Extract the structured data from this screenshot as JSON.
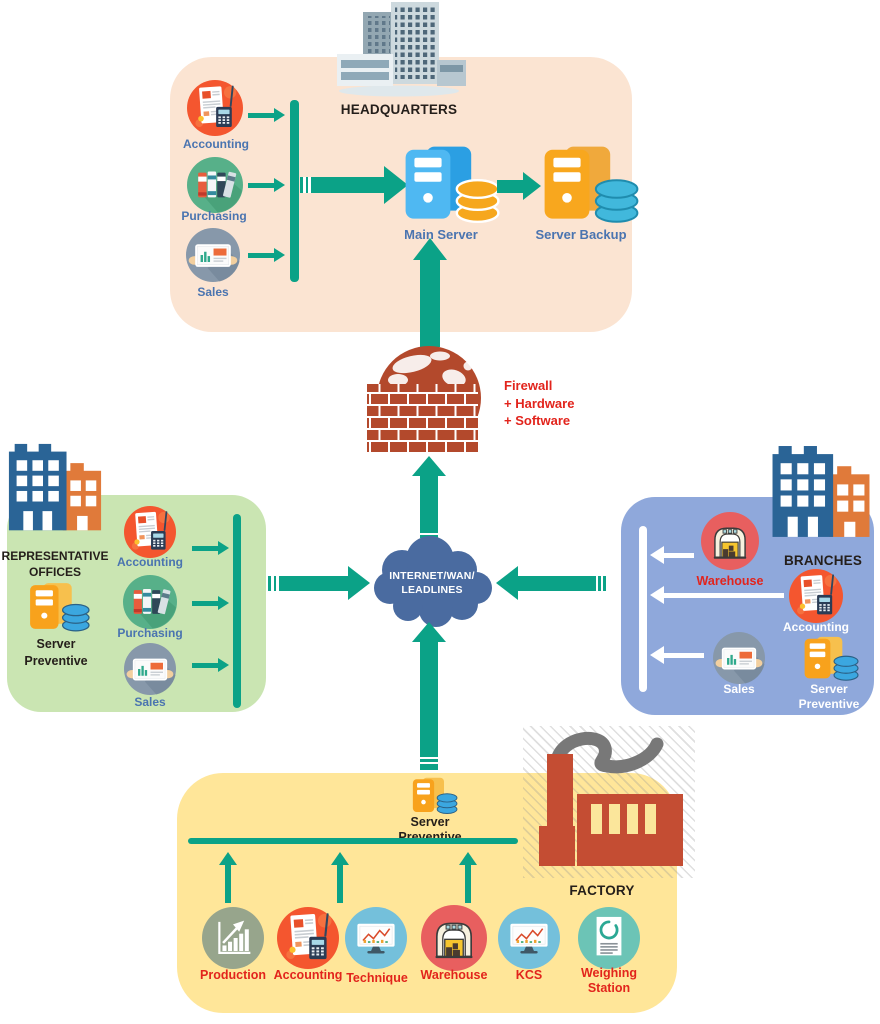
{
  "headquarters": {
    "title": "HEADQUARTERS",
    "building_icon": "headquarters-building-illustration",
    "departments": [
      {
        "label": "Accounting",
        "icon": "accounting-icon"
      },
      {
        "label": "Purchasing",
        "icon": "purchasing-icon"
      },
      {
        "label": "Sales",
        "icon": "sales-icon"
      }
    ],
    "main_server_label": "Main Server",
    "main_server_icon": "main-server-icon",
    "server_backup_label": "Server Backup",
    "server_backup_icon": "backup-server-icon"
  },
  "firewall": {
    "icon": "firewall-brick-globe-icon",
    "lines": [
      "Firewall",
      "+ Hardware",
      "+ Software"
    ]
  },
  "internet": {
    "icon": "cloud-icon",
    "lines": [
      "INTERNET/WAN/",
      "LEADLINES"
    ]
  },
  "representative_offices": {
    "title_lines": [
      "REPRESENTATIVE",
      "OFFICES"
    ],
    "buildings_icon": "office-buildings-icon",
    "server_icon": "server-preventive-icon",
    "server_label_lines": [
      "Server",
      "Preventive"
    ],
    "departments": [
      {
        "label": "Accounting",
        "icon": "accounting-icon"
      },
      {
        "label": "Purchasing",
        "icon": "purchasing-icon"
      },
      {
        "label": "Sales",
        "icon": "sales-icon"
      }
    ]
  },
  "branches": {
    "title": "BRANCHES",
    "buildings_icon": "office-buildings-icon",
    "warehouse_label": "Warehouse",
    "warehouse_icon": "warehouse-icon",
    "accounting_label": "Accounting",
    "accounting_icon": "accounting-icon",
    "sales_label": "Sales",
    "sales_icon": "sales-icon",
    "server_icon": "server-preventive-icon",
    "server_label_lines": [
      "Server",
      "Preventive"
    ]
  },
  "factory": {
    "title": "FACTORY",
    "building_icon": "factory-illustration",
    "server_icon": "server-preventive-icon",
    "server_label_lines": [
      "Server",
      "Preventive"
    ],
    "departments": [
      {
        "label": "Production",
        "icon": "production-icon"
      },
      {
        "label": "Accounting",
        "icon": "accounting-icon"
      },
      {
        "label": "Technique",
        "icon": "technique-icon"
      },
      {
        "label": "Warehouse",
        "icon": "warehouse-icon"
      },
      {
        "label": "KCS",
        "icon": "kcs-icon"
      },
      {
        "label": "Weighing Station",
        "icon": "weighing-station-icon"
      }
    ]
  },
  "colors": {
    "arrow_teal": "#0ba287",
    "panel_headquarters": "#fbe4d2",
    "panel_representative_offices": "#cae5b2",
    "panel_branches": "#8fa8db",
    "panel_factory": "#ffe699",
    "cloud_blue": "#4a6ba0",
    "brick_rust": "#b3492c",
    "label_blue": "#4a74b0",
    "label_red": "#e2241c",
    "label_dark": "#241e1a"
  }
}
